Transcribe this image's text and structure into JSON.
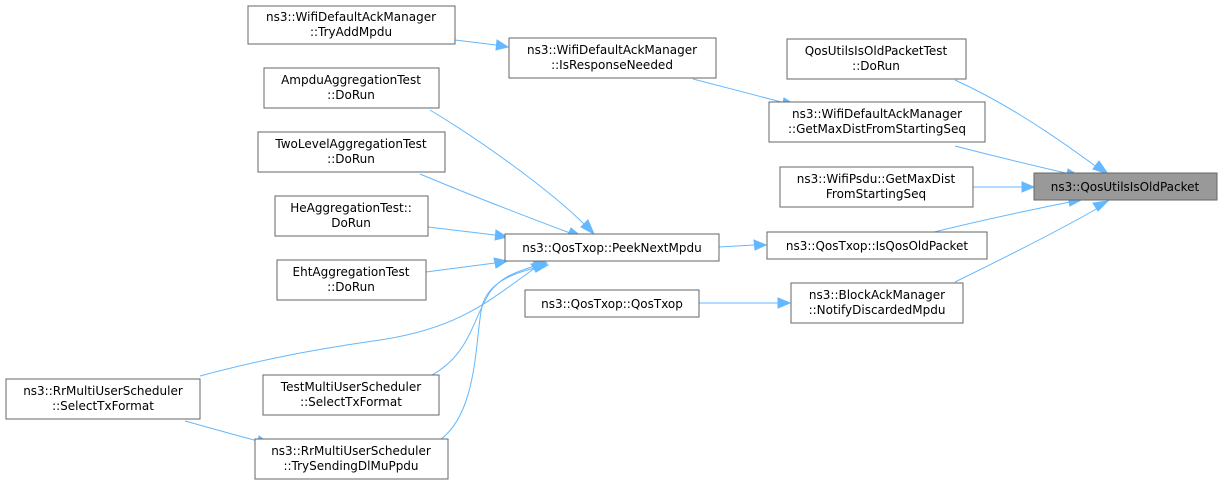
{
  "graph": {
    "nodes": {
      "root": [
        "ns3::QosUtilsIsOldPacket"
      ],
      "ack_tryadd": [
        "ns3::WifiDefaultAckManager",
        "::TryAddMpdu"
      ],
      "ack_isresponse": [
        "ns3::WifiDefaultAckManager",
        "::IsResponseNeeded"
      ],
      "ack_getmaxdist": [
        "ns3::WifiDefaultAckManager",
        "::GetMaxDistFromStartingSeq"
      ],
      "qosutils_test": [
        "QosUtilsIsOldPacketTest",
        "::DoRun"
      ],
      "psdu_getmaxdist": [
        "ns3::WifiPsdu::GetMaxDist",
        "FromStartingSeq"
      ],
      "ampdu_test": [
        "AmpduAggregationTest",
        "::DoRun"
      ],
      "twolevel_test": [
        "TwoLevelAggregationTest",
        "::DoRun"
      ],
      "he_test": [
        "HeAggregationTest::",
        "DoRun"
      ],
      "eht_test": [
        "EhtAggregationTest",
        "::DoRun"
      ],
      "peeknext": [
        "ns3::QosTxop::PeekNextMpdu"
      ],
      "isqosold": [
        "ns3::QosTxop::IsQosOldPacket"
      ],
      "qostxop": [
        "ns3::QosTxop::QosTxop"
      ],
      "blockack": [
        "ns3::BlockAckManager",
        "::NotifyDiscardedMpdu"
      ],
      "rr_select": [
        "ns3::RrMultiUserScheduler",
        "::SelectTxFormat"
      ],
      "test_select": [
        "TestMultiUserScheduler",
        "::SelectTxFormat"
      ],
      "rr_trysend": [
        "ns3::RrMultiUserScheduler",
        "::TrySendingDlMuPpdu"
      ]
    }
  },
  "colors": {
    "edge": "#63b8ff",
    "node_border": "#666666",
    "root_fill": "#999999"
  }
}
